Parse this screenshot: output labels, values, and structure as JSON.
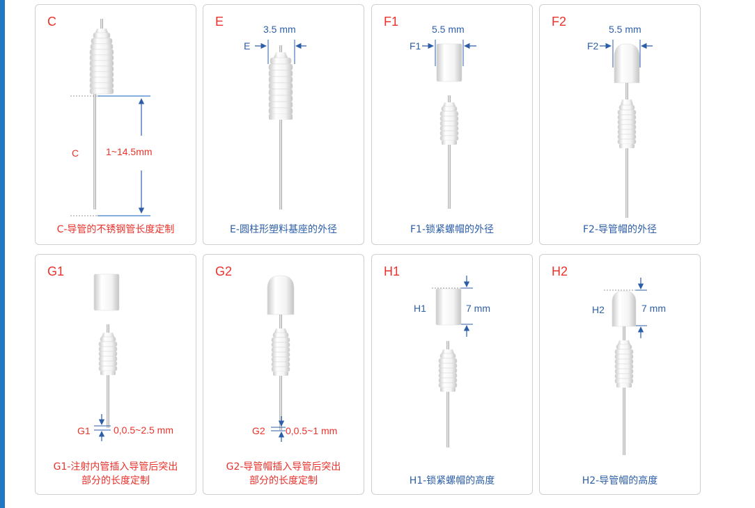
{
  "panels": {
    "c": {
      "letter": "C",
      "caption": "C-导管的不锈钢管长度定制",
      "dim_label": "C",
      "value": "1~14.5mm"
    },
    "e": {
      "letter": "E",
      "caption": "E-圆柱形塑料基座的外径",
      "dim_label": "E",
      "value": "3.5 mm"
    },
    "f1": {
      "letter": "F1",
      "caption": "F1-锁紧螺帽的外径",
      "dim_label": "F1",
      "value": "5.5 mm"
    },
    "f2": {
      "letter": "F2",
      "caption": "F2-导管帽的外径",
      "dim_label": "F2",
      "value": "5.5 mm"
    },
    "g1": {
      "letter": "G1",
      "caption_line1": "G1-注射内管插入导管后突出",
      "caption_line2": "部分的长度定制",
      "dim_label": "G1",
      "value": "0,0.5~2.5 mm"
    },
    "g2": {
      "letter": "G2",
      "caption_line1": "G2-导管帽插入导管后突出",
      "caption_line2": "部分的长度定制",
      "dim_label": "G2",
      "value": "0,0.5~1 mm"
    },
    "h1": {
      "letter": "H1",
      "caption": "H1-锁紧螺帽的高度",
      "dim_label": "H1",
      "value": "7 mm"
    },
    "h2": {
      "letter": "H2",
      "caption": "H2-导管帽的高度",
      "dim_label": "H2",
      "value": "7 mm"
    }
  },
  "colors": {
    "accent_red": "#e8322b",
    "dimension_blue": "#2c5ea8",
    "edge_bar": "#1f78c1"
  }
}
